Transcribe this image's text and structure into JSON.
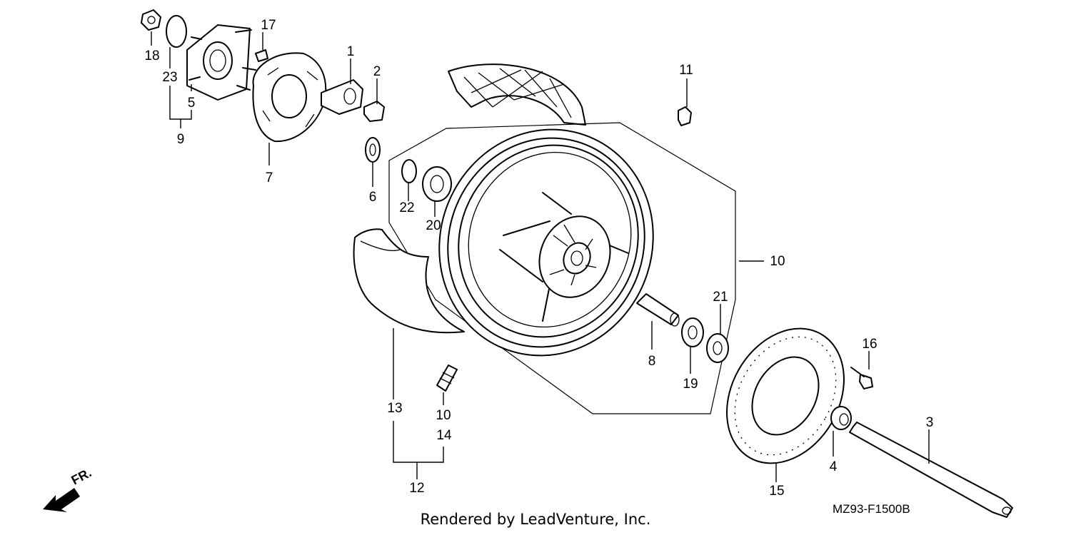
{
  "footer": {
    "rendered_by": "Rendered by LeadVenture, Inc."
  },
  "diagram": {
    "code": "MZ93-F1500B",
    "direction_label": "FR."
  },
  "callouts": {
    "c1": "1",
    "c2": "2",
    "c3": "3",
    "c4": "4",
    "c5": "5",
    "c6": "6",
    "c7": "7",
    "c8": "8",
    "c9": "9",
    "c10a": "10",
    "c10b": "10",
    "c11": "11",
    "c12": "12",
    "c13": "13",
    "c14": "14",
    "c15": "15",
    "c16": "16",
    "c17": "17",
    "c18": "18",
    "c19": "19",
    "c20": "20",
    "c21": "21",
    "c22": "22",
    "c23": "23"
  }
}
